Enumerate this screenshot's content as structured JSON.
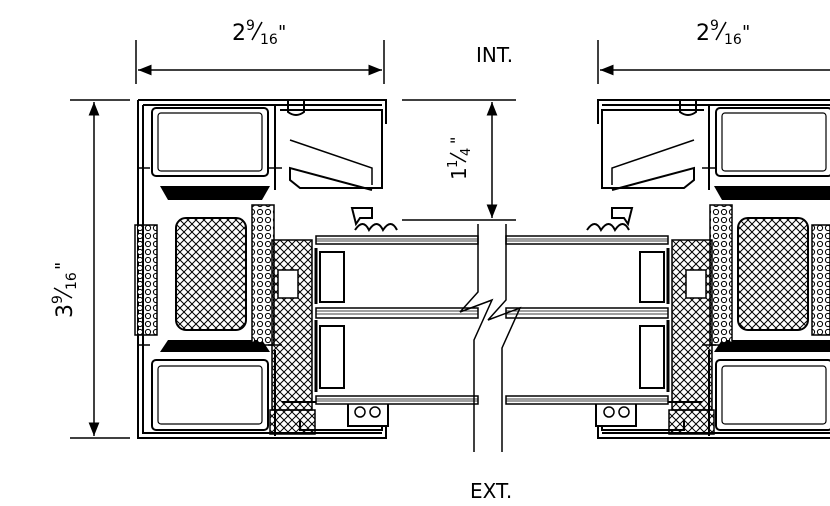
{
  "labels": {
    "interior": "INT.",
    "exterior": "EXT."
  },
  "dimensions": {
    "left_frame_width": {
      "whole": "2",
      "num": "9",
      "den": "16",
      "unit": "\""
    },
    "right_frame_width": {
      "whole": "2",
      "num": "9",
      "den": "16",
      "unit": "\""
    },
    "frame_depth": {
      "whole": "3",
      "num": "9",
      "den": "16",
      "unit": "\""
    },
    "glazing_offset": {
      "whole": "1",
      "num": "1",
      "den": "4",
      "unit": "\""
    }
  }
}
